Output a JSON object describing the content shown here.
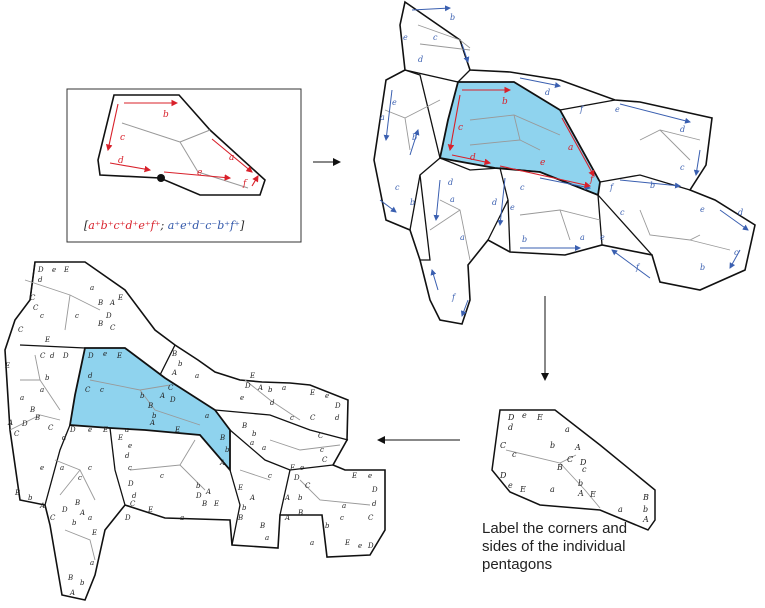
{
  "caption": {
    "line1": "Label the corners and",
    "line2": "sides of the individual",
    "line3": "pentagons"
  },
  "formula": {
    "open": "[",
    "red_part": "a⁺b⁺c⁺d⁺e⁺f⁺",
    "separator": "; ",
    "blue_part": "a⁺e⁺d⁻c⁻b⁺f⁺",
    "close": "]"
  },
  "single_pentagon": {
    "edge_labels": [
      "a",
      "b",
      "c",
      "d",
      "e",
      "f"
    ]
  },
  "colors": {
    "highlight_fill": "#8fd3ee",
    "red_arrow": "#d8202a",
    "blue_arrow": "#3a5fb0",
    "outline": "#111111",
    "inner_edge": "#888888"
  }
}
